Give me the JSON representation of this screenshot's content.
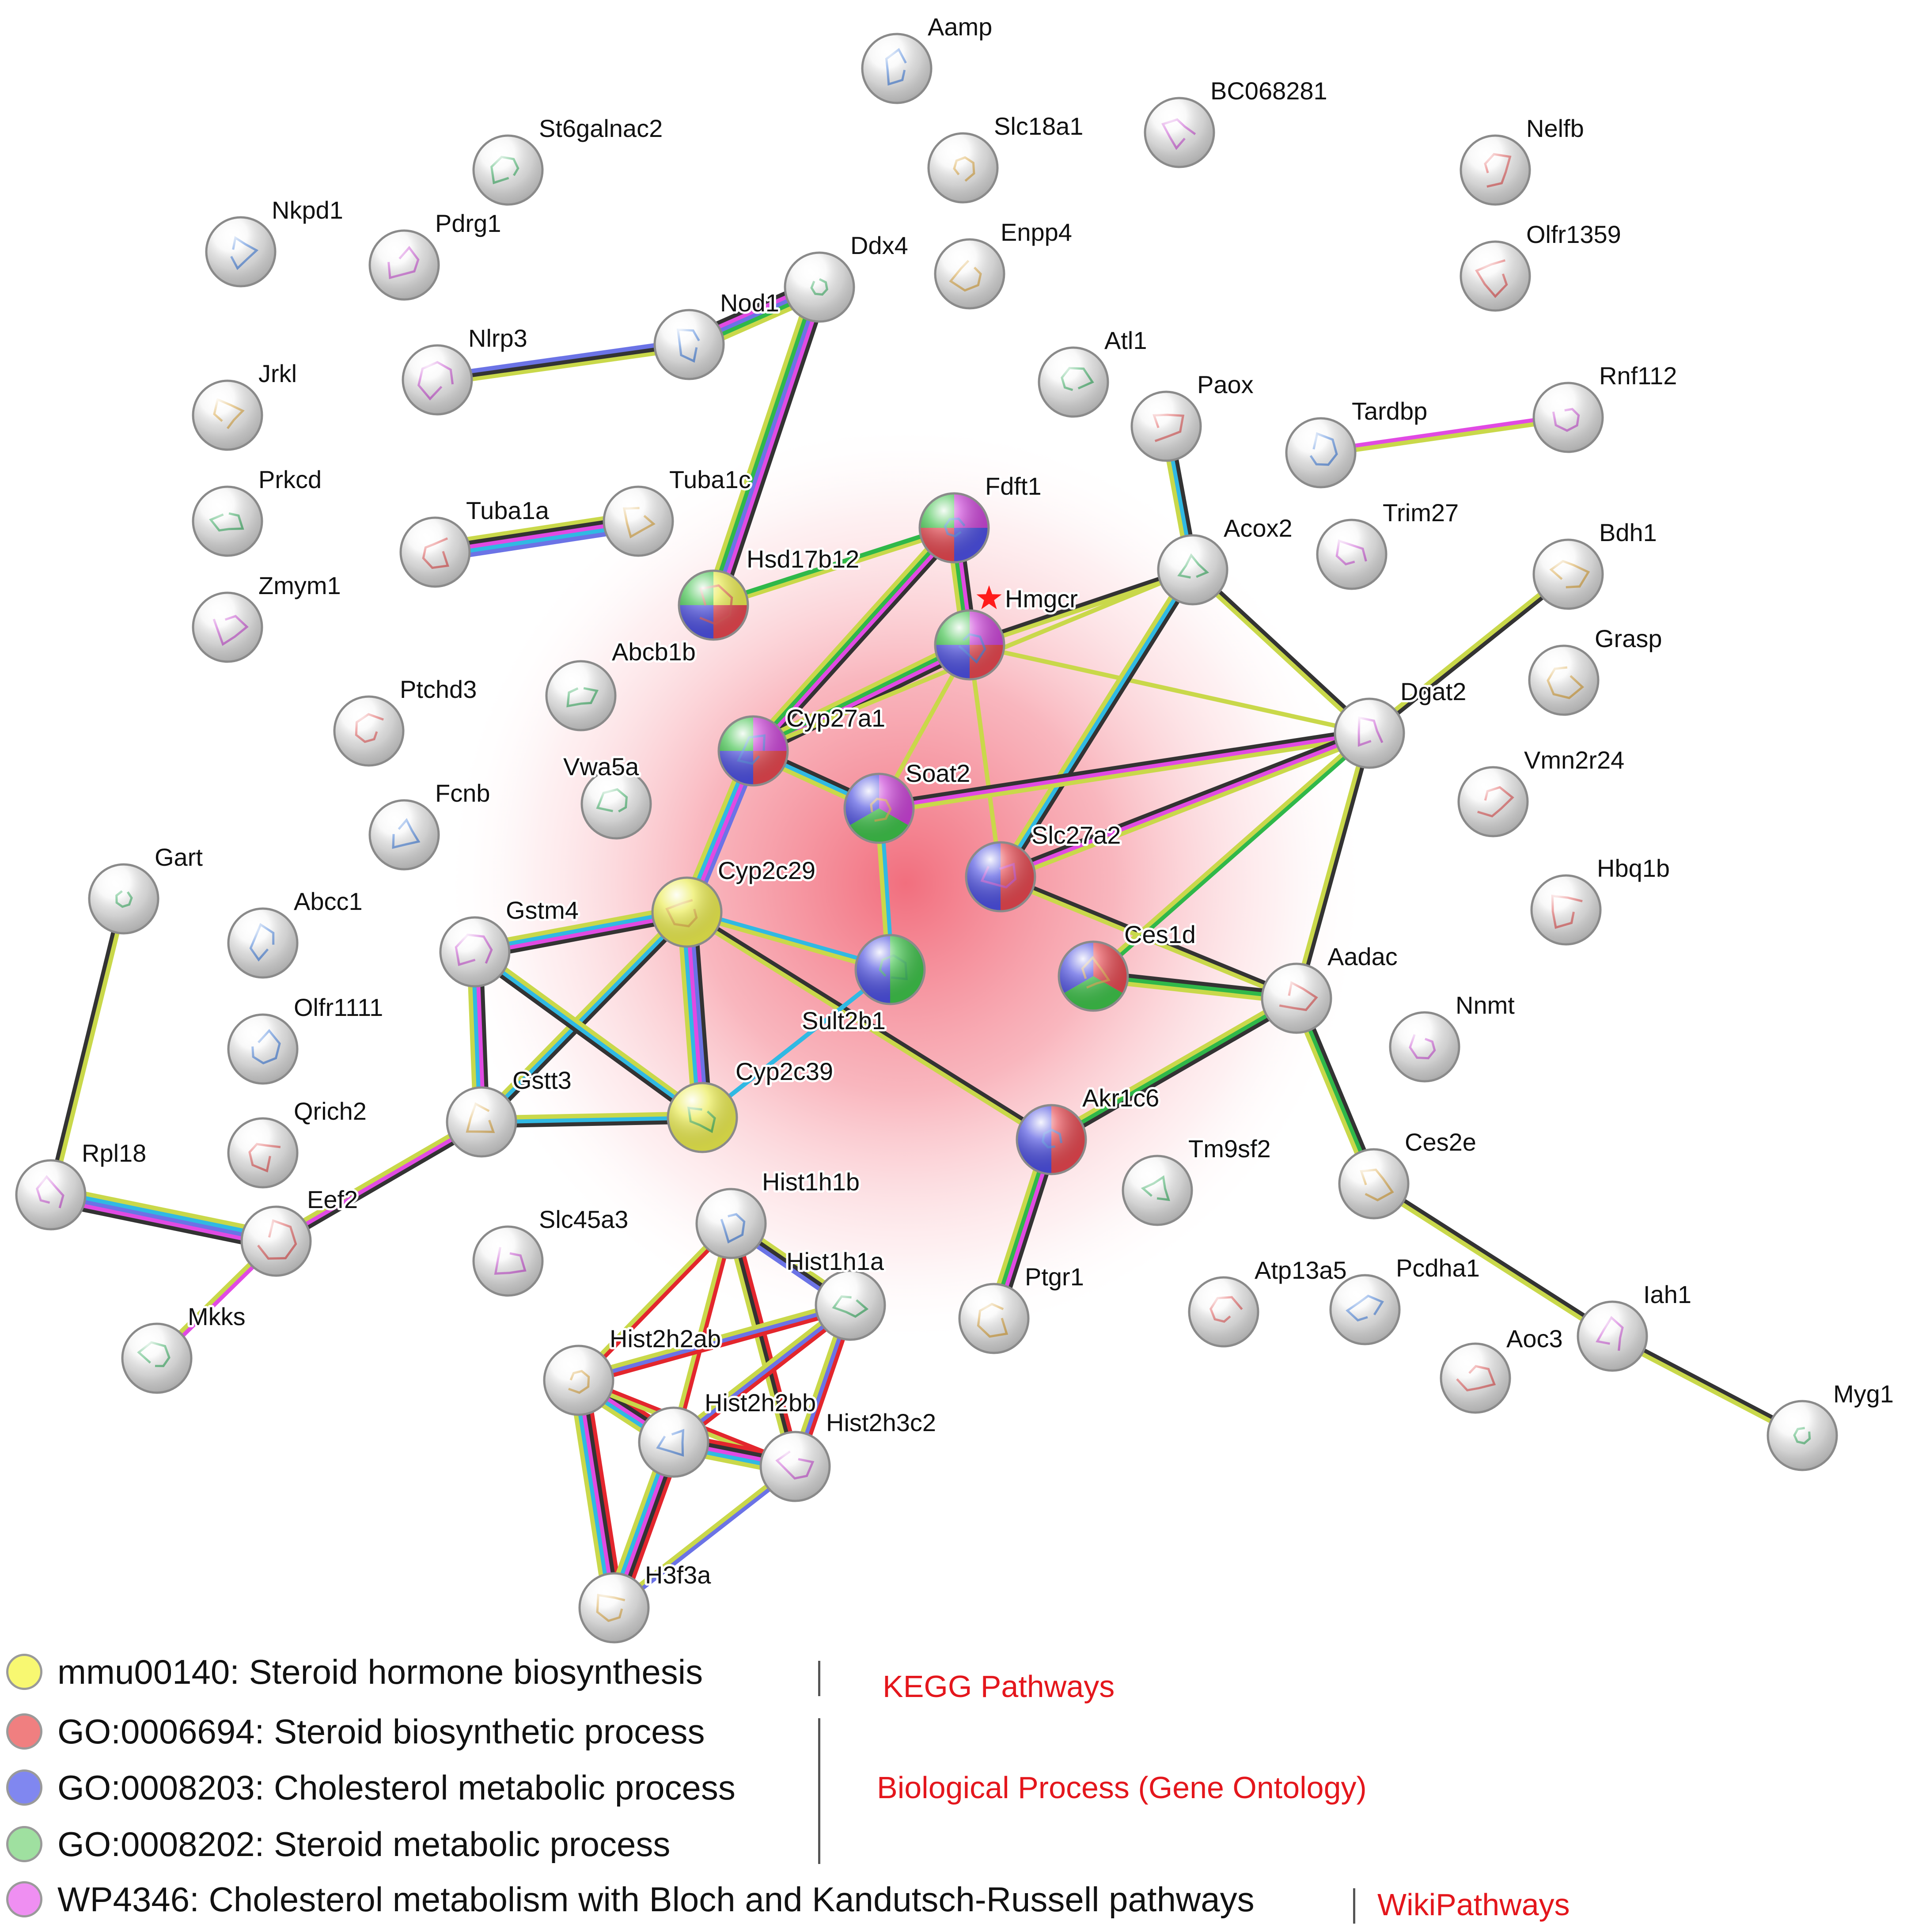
{
  "network": {
    "nodes": [
      {
        "id": "Aamp",
        "label": "Aamp",
        "colors": []
      },
      {
        "id": "BC068281",
        "label": "BC068281",
        "colors": []
      },
      {
        "id": "St6galnac2",
        "label": "St6galnac2",
        "colors": []
      },
      {
        "id": "Slc18a1",
        "label": "Slc18a1",
        "colors": []
      },
      {
        "id": "Nelfb",
        "label": "Nelfb",
        "colors": []
      },
      {
        "id": "Nkpd1",
        "label": "Nkpd1",
        "colors": []
      },
      {
        "id": "Pdrg1",
        "label": "Pdrg1",
        "colors": []
      },
      {
        "id": "Ddx4",
        "label": "Ddx4",
        "colors": []
      },
      {
        "id": "Enpp4",
        "label": "Enpp4",
        "colors": []
      },
      {
        "id": "Olfr1359",
        "label": "Olfr1359",
        "colors": []
      },
      {
        "id": "Nod1",
        "label": "Nod1",
        "colors": []
      },
      {
        "id": "Nlrp3",
        "label": "Nlrp3",
        "colors": []
      },
      {
        "id": "Atl1",
        "label": "Atl1",
        "colors": []
      },
      {
        "id": "Jrkl",
        "label": "Jrkl",
        "colors": []
      },
      {
        "id": "Paox",
        "label": "Paox",
        "colors": []
      },
      {
        "id": "Tardbp",
        "label": "Tardbp",
        "colors": []
      },
      {
        "id": "Rnf112",
        "label": "Rnf112",
        "colors": []
      },
      {
        "id": "Prkcd",
        "label": "Prkcd",
        "colors": []
      },
      {
        "id": "Tuba1c",
        "label": "Tuba1c",
        "colors": []
      },
      {
        "id": "Tuba1a",
        "label": "Tuba1a",
        "colors": []
      },
      {
        "id": "Fdft1",
        "label": "Fdft1",
        "colors": [
          "pink",
          "blue",
          "red",
          "green"
        ]
      },
      {
        "id": "Trim27",
        "label": "Trim27",
        "colors": []
      },
      {
        "id": "Acox2",
        "label": "Acox2",
        "colors": []
      },
      {
        "id": "Bdh1",
        "label": "Bdh1",
        "colors": []
      },
      {
        "id": "Hsd17b12",
        "label": "Hsd17b12",
        "colors": [
          "yellow",
          "red",
          "blue",
          "green"
        ]
      },
      {
        "id": "Hmgcr",
        "label": "Hmgcr",
        "colors": [
          "pink",
          "red",
          "blue",
          "green"
        ]
      },
      {
        "id": "Zmym1",
        "label": "Zmym1",
        "colors": []
      },
      {
        "id": "Abcb1b",
        "label": "Abcb1b",
        "colors": []
      },
      {
        "id": "Grasp",
        "label": "Grasp",
        "colors": []
      },
      {
        "id": "Ptchd3",
        "label": "Ptchd3",
        "colors": []
      },
      {
        "id": "Cyp27a1",
        "label": "Cyp27a1",
        "colors": [
          "pink",
          "red",
          "blue",
          "green"
        ]
      },
      {
        "id": "Dgat2",
        "label": "Dgat2",
        "colors": []
      },
      {
        "id": "Vwa5a",
        "label": "Vwa5a",
        "colors": []
      },
      {
        "id": "Soat2",
        "label": "Soat2",
        "colors": [
          "pink",
          "green",
          "blue"
        ]
      },
      {
        "id": "Vmn2r24",
        "label": "Vmn2r24",
        "colors": []
      },
      {
        "id": "Fcnb",
        "label": "Fcnb",
        "colors": []
      },
      {
        "id": "Slc27a2",
        "label": "Slc27a2",
        "colors": [
          "red",
          "blue"
        ]
      },
      {
        "id": "Gart",
        "label": "Gart",
        "colors": []
      },
      {
        "id": "Cyp2c29",
        "label": "Cyp2c29",
        "colors": [
          "yellow"
        ]
      },
      {
        "id": "Hbq1b",
        "label": "Hbq1b",
        "colors": []
      },
      {
        "id": "Abcc1",
        "label": "Abcc1",
        "colors": []
      },
      {
        "id": "Gstm4",
        "label": "Gstm4",
        "colors": []
      },
      {
        "id": "Sult2b1",
        "label": "Sult2b1",
        "colors": [
          "green",
          "blue"
        ]
      },
      {
        "id": "Ces1d",
        "label": "Ces1d",
        "colors": [
          "red",
          "green",
          "blue"
        ]
      },
      {
        "id": "Aadac",
        "label": "Aadac",
        "colors": []
      },
      {
        "id": "Olfr1111",
        "label": "Olfr1111",
        "colors": []
      },
      {
        "id": "Nnmt",
        "label": "Nnmt",
        "colors": []
      },
      {
        "id": "Cyp2c39",
        "label": "Cyp2c39",
        "colors": [
          "yellow"
        ]
      },
      {
        "id": "Gstt3",
        "label": "Gstt3",
        "colors": []
      },
      {
        "id": "Qrich2",
        "label": "Qrich2",
        "colors": []
      },
      {
        "id": "Akr1c6",
        "label": "Akr1c6",
        "colors": [
          "red",
          "blue"
        ]
      },
      {
        "id": "Rpl18",
        "label": "Rpl18",
        "colors": []
      },
      {
        "id": "Tm9sf2",
        "label": "Tm9sf2",
        "colors": []
      },
      {
        "id": "Ces2e",
        "label": "Ces2e",
        "colors": []
      },
      {
        "id": "Eef2",
        "label": "Eef2",
        "colors": []
      },
      {
        "id": "Hist1h1b",
        "label": "Hist1h1b",
        "colors": []
      },
      {
        "id": "Slc45a3",
        "label": "Slc45a3",
        "colors": []
      },
      {
        "id": "Hist1h1a",
        "label": "Hist1h1a",
        "colors": []
      },
      {
        "id": "Ptgr1",
        "label": "Ptgr1",
        "colors": []
      },
      {
        "id": "Atp13a5",
        "label": "Atp13a5",
        "colors": []
      },
      {
        "id": "Pcdha1",
        "label": "Pcdha1",
        "colors": []
      },
      {
        "id": "Iah1",
        "label": "Iah1",
        "colors": []
      },
      {
        "id": "Mkks",
        "label": "Mkks",
        "colors": []
      },
      {
        "id": "Hist2h2ab",
        "label": "Hist2h2ab",
        "colors": []
      },
      {
        "id": "Aoc3",
        "label": "Aoc3",
        "colors": []
      },
      {
        "id": "Hist2h2bb",
        "label": "Hist2h2bb",
        "colors": []
      },
      {
        "id": "Hist2h3c2",
        "label": "Hist2h3c2",
        "colors": []
      },
      {
        "id": "Myg1",
        "label": "Myg1",
        "colors": []
      },
      {
        "id": "H3f3a",
        "label": "H3f3a",
        "colors": []
      }
    ],
    "edges": [
      {
        "from": "Nod1",
        "to": "Nlrp3",
        "evidence": [
          "yellowgreen",
          "black",
          "blue"
        ]
      },
      {
        "from": "Nod1",
        "to": "Ddx4",
        "evidence": [
          "black",
          "pink",
          "blue",
          "green",
          "yellowgreen"
        ]
      },
      {
        "from": "Ddx4",
        "to": "Hsd17b12",
        "evidence": [
          "black",
          "pink",
          "blue",
          "green",
          "yellowgreen"
        ]
      },
      {
        "from": "Tuba1a",
        "to": "Tuba1c",
        "evidence": [
          "yellowgreen",
          "black",
          "pink",
          "cyan",
          "blue"
        ]
      },
      {
        "from": "Tardbp",
        "to": "Rnf112",
        "evidence": [
          "pink",
          "yellowgreen"
        ]
      },
      {
        "from": "Paox",
        "to": "Acox2",
        "evidence": [
          "black",
          "cyan",
          "yellowgreen"
        ]
      },
      {
        "from": "Fdft1",
        "to": "Hsd17b12",
        "evidence": [
          "yellowgreen",
          "green"
        ]
      },
      {
        "from": "Fdft1",
        "to": "Hmgcr",
        "evidence": [
          "black",
          "pink",
          "green",
          "yellowgreen"
        ]
      },
      {
        "from": "Fdft1",
        "to": "Cyp27a1",
        "evidence": [
          "black",
          "pink",
          "green",
          "yellowgreen"
        ]
      },
      {
        "from": "Hmgcr",
        "to": "Cyp27a1",
        "evidence": [
          "black",
          "pink",
          "green",
          "yellowgreen"
        ]
      },
      {
        "from": "Hmgcr",
        "to": "Acox2",
        "evidence": [
          "black",
          "yellowgreen"
        ]
      },
      {
        "from": "Hmgcr",
        "to": "Soat2",
        "evidence": [
          "yellowgreen"
        ]
      },
      {
        "from": "Hmgcr",
        "to": "Slc27a2",
        "evidence": [
          "yellowgreen"
        ]
      },
      {
        "from": "Hmgcr",
        "to": "Dgat2",
        "evidence": [
          "yellowgreen"
        ]
      },
      {
        "from": "Acox2",
        "to": "Dgat2",
        "evidence": [
          "black",
          "yellowgreen"
        ]
      },
      {
        "from": "Acox2",
        "to": "Slc27a2",
        "evidence": [
          "black",
          "cyan",
          "yellowgreen"
        ]
      },
      {
        "from": "Acox2",
        "to": "Cyp27a1",
        "evidence": [
          "yellowgreen"
        ]
      },
      {
        "from": "Bdh1",
        "to": "Dgat2",
        "evidence": [
          "black",
          "yellowgreen"
        ]
      },
      {
        "from": "Cyp27a1",
        "to": "Soat2",
        "evidence": [
          "black",
          "cyan",
          "yellowgreen"
        ]
      },
      {
        "from": "Cyp27a1",
        "to": "Cyp2c29",
        "evidence": [
          "blue",
          "pink",
          "cyan",
          "yellowgreen"
        ]
      },
      {
        "from": "Soat2",
        "to": "Dgat2",
        "evidence": [
          "black",
          "pink",
          "yellowgreen"
        ]
      },
      {
        "from": "Soat2",
        "to": "Sult2b1",
        "evidence": [
          "cyan",
          "yellowgreen"
        ]
      },
      {
        "from": "Slc27a2",
        "to": "Dgat2",
        "evidence": [
          "black",
          "pink",
          "yellowgreen"
        ]
      },
      {
        "from": "Slc27a2",
        "to": "Aadac",
        "evidence": [
          "black",
          "yellowgreen"
        ]
      },
      {
        "from": "Dgat2",
        "to": "Ces1d",
        "evidence": [
          "green",
          "yellowgreen"
        ]
      },
      {
        "from": "Dgat2",
        "to": "Aadac",
        "evidence": [
          "black",
          "yellowgreen"
        ]
      },
      {
        "from": "Ces1d",
        "to": "Aadac",
        "evidence": [
          "black",
          "green",
          "yellowgreen"
        ]
      },
      {
        "from": "Aadac",
        "to": "Akr1c6",
        "evidence": [
          "black",
          "green",
          "yellowgreen"
        ]
      },
      {
        "from": "Aadac",
        "to": "Ces2e",
        "evidence": [
          "black",
          "green",
          "yellowgreen"
        ]
      },
      {
        "from": "Ces2e",
        "to": "Iah1",
        "evidence": [
          "black",
          "yellowgreen"
        ]
      },
      {
        "from": "Iah1",
        "to": "Myg1",
        "evidence": [
          "black",
          "yellowgreen"
        ]
      },
      {
        "from": "Akr1c6",
        "to": "Ptgr1",
        "evidence": [
          "black",
          "pink",
          "green",
          "yellowgreen"
        ]
      },
      {
        "from": "Cyp2c29",
        "to": "Akr1c6",
        "evidence": [
          "black",
          "yellowgreen"
        ]
      },
      {
        "from": "Cyp2c29",
        "to": "Sult2b1",
        "evidence": [
          "cyan",
          "yellowgreen"
        ]
      },
      {
        "from": "Cyp2c29",
        "to": "Cyp2c39",
        "evidence": [
          "black",
          "blue",
          "pink",
          "cyan",
          "yellowgreen"
        ]
      },
      {
        "from": "Cyp2c29",
        "to": "Gstm4",
        "evidence": [
          "black",
          "pink",
          "cyan",
          "yellowgreen"
        ]
      },
      {
        "from": "Cyp2c29",
        "to": "Gstt3",
        "evidence": [
          "black",
          "cyan",
          "yellowgreen"
        ]
      },
      {
        "from": "Cyp2c39",
        "to": "Sult2b1",
        "evidence": [
          "cyan"
        ]
      },
      {
        "from": "Cyp2c39",
        "to": "Gstm4",
        "evidence": [
          "black",
          "cyan",
          "yellowgreen"
        ]
      },
      {
        "from": "Cyp2c39",
        "to": "Gstt3",
        "evidence": [
          "black",
          "cyan",
          "yellowgreen"
        ]
      },
      {
        "from": "Gstm4",
        "to": "Gstt3",
        "evidence": [
          "black",
          "pink",
          "cyan",
          "yellowgreen"
        ]
      },
      {
        "from": "Gstt3",
        "to": "Eef2",
        "evidence": [
          "black",
          "pink",
          "yellowgreen"
        ]
      },
      {
        "from": "Eef2",
        "to": "Rpl18",
        "evidence": [
          "black",
          "pink",
          "blue",
          "cyan",
          "yellowgreen"
        ]
      },
      {
        "from": "Eef2",
        "to": "Mkks",
        "evidence": [
          "pink",
          "yellowgreen"
        ]
      },
      {
        "from": "Rpl18",
        "to": "Gart",
        "evidence": [
          "black",
          "yellowgreen"
        ]
      },
      {
        "from": "Hist1h1b",
        "to": "Hist1h1a",
        "evidence": [
          "yellowgreen",
          "black",
          "blue"
        ]
      },
      {
        "from": "Hist1h1b",
        "to": "Hist2h2ab",
        "evidence": [
          "red",
          "yellowgreen"
        ]
      },
      {
        "from": "Hist1h1b",
        "to": "Hist2h2bb",
        "evidence": [
          "red",
          "yellowgreen"
        ]
      },
      {
        "from": "Hist1h1b",
        "to": "Hist2h3c2",
        "evidence": [
          "red",
          "black",
          "yellowgreen"
        ]
      },
      {
        "from": "Hist1h1a",
        "to": "Hist2h2ab",
        "evidence": [
          "red",
          "blue",
          "yellowgreen"
        ]
      },
      {
        "from": "Hist1h1a",
        "to": "Hist2h2bb",
        "evidence": [
          "red",
          "blue",
          "yellowgreen"
        ]
      },
      {
        "from": "Hist1h1a",
        "to": "Hist2h3c2",
        "evidence": [
          "red",
          "blue",
          "yellowgreen"
        ]
      },
      {
        "from": "Hist2h2ab",
        "to": "Hist2h2bb",
        "evidence": [
          "red",
          "black",
          "pink",
          "cyan",
          "yellowgreen"
        ]
      },
      {
        "from": "Hist2h2ab",
        "to": "Hist2h3c2",
        "evidence": [
          "red",
          "yellowgreen"
        ]
      },
      {
        "from": "Hist2h2ab",
        "to": "H3f3a",
        "evidence": [
          "red",
          "black",
          "pink",
          "cyan",
          "yellowgreen"
        ]
      },
      {
        "from": "Hist2h2bb",
        "to": "Hist2h3c2",
        "evidence": [
          "red",
          "black",
          "pink",
          "cyan",
          "yellowgreen"
        ]
      },
      {
        "from": "Hist2h2bb",
        "to": "H3f3a",
        "evidence": [
          "red",
          "black",
          "pink",
          "cyan",
          "yellowgreen"
        ]
      },
      {
        "from": "Hist2h3c2",
        "to": "H3f3a",
        "evidence": [
          "blue",
          "yellowgreen"
        ]
      }
    ],
    "query_marker": "Hmgcr",
    "highlight_color": "#f26a7c"
  },
  "palette": {
    "yellow": "#eaeb4e",
    "red": "#e4474f",
    "blue": "#4c4fe0",
    "green": "#3ec14a",
    "pink": "#c942d6",
    "black": "#333333",
    "yellowgreen": "#c9d84a",
    "cyan": "#30b9e3",
    "edge_green": "#2fb84a",
    "edge_pink": "#e14ae3",
    "edge_blue": "#6b73e6",
    "edge_red": "#e3262d",
    "node_plain": "#ebebeb"
  },
  "legend": {
    "items": [
      {
        "color": "#f8f871",
        "text": "mmu00140: Steroid hormone biosynthesis"
      },
      {
        "color": "#f07f80",
        "text": "GO:0006694: Steroid biosynthetic process"
      },
      {
        "color": "#8087f0",
        "text": "GO:0008203: Cholesterol metabolic process"
      },
      {
        "color": "#9fe0a0",
        "text": "GO:0008202: Steroid metabolic process"
      },
      {
        "color": "#ef8ff2",
        "text": "WP4346: Cholesterol metabolism with Bloch and Kandutsch-Russell pathways"
      }
    ],
    "categories": {
      "kegg": "KEGG Pathways",
      "go": "Biological Process (Gene Ontology)",
      "wiki": "WikiPathways"
    }
  }
}
